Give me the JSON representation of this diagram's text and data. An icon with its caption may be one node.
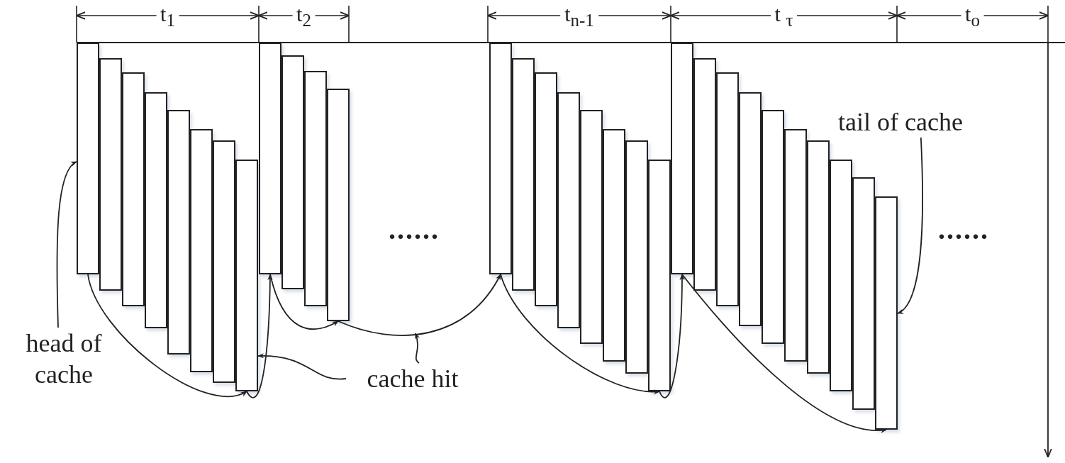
{
  "diagram": {
    "nodes": [
      {
        "text": [],
        "shape": "box"
      },
      {
        "text": [],
        "shape": "box"
      },
      {
        "text": [],
        "shape": "box"
      },
      {
        "text": [],
        "shape": "box"
      },
      {
        "text": [],
        "shape": "box"
      },
      {
        "text": [],
        "shape": "box"
      },
      {
        "text": [],
        "shape": "box"
      },
      {
        "text": [],
        "shape": "box"
      },
      {
        "text": [],
        "shape": "box"
      },
      {
        "text": [],
        "shape": "box"
      },
      {
        "text": [],
        "shape": "box"
      },
      {
        "text": [],
        "shape": "box"
      },
      {
        "text": [],
        "shape": "box"
      },
      {
        "text": [],
        "shape": "box"
      },
      {
        "text": [],
        "shape": "box"
      },
      {
        "text": [],
        "shape": "box"
      },
      {
        "text": [],
        "shape": "box"
      },
      {
        "text": [],
        "shape": "box"
      },
      {
        "text": [],
        "shape": "box"
      },
      {
        "text": [],
        "shape": "box"
      },
      {
        "text": [],
        "shape": "box"
      },
      {
        "text": [],
        "shape": "box"
      },
      {
        "text": [],
        "shape": "box"
      },
      {
        "text": [],
        "shape": "box"
      },
      {
        "text": [],
        "shape": "box"
      },
      {
        "text": [],
        "shape": "box"
      },
      {
        "text": [],
        "shape": "box"
      },
      {
        "text": [],
        "shape": "box"
      },
      {
        "text": [],
        "shape": "box"
      },
      {
        "text": [],
        "shape": "box"
      },
      {
        "text": [
          "head of cache"
        ]
      },
      {
        "text": [
          "cache hit"
        ]
      },
      {
        "text": [
          "tail of cache"
        ]
      }
    ],
    "edges": [
      {
        "from": 0,
        "to": 7,
        "arrow": "to"
      },
      {
        "from": 7,
        "to": 8,
        "arrow": "to"
      },
      {
        "from": 8,
        "to": 11,
        "arrow": "to"
      },
      {
        "from": 11,
        "to": 12,
        "arrow": "to"
      },
      {
        "from": 12,
        "to": 19,
        "arrow": "to"
      },
      {
        "from": 19,
        "to": 20,
        "arrow": "to"
      },
      {
        "from": 20,
        "to": 29,
        "arrow": "to"
      },
      {
        "from": 30,
        "to": 0,
        "arrow": "to"
      },
      {
        "from": 31,
        "to": 7,
        "arrow": "to"
      },
      {
        "from": 31,
        "to": null,
        "arrow": "to"
      },
      {
        "from": 32,
        "to": 29,
        "arrow": "to"
      }
    ],
    "labels": [
      "t$_{1}$",
      "t$_{2}$",
      "t$_{n-1}$",
      "t $_{τ}$",
      "t$_{o}$",
      "......",
      "......"
    ]
  }
}
